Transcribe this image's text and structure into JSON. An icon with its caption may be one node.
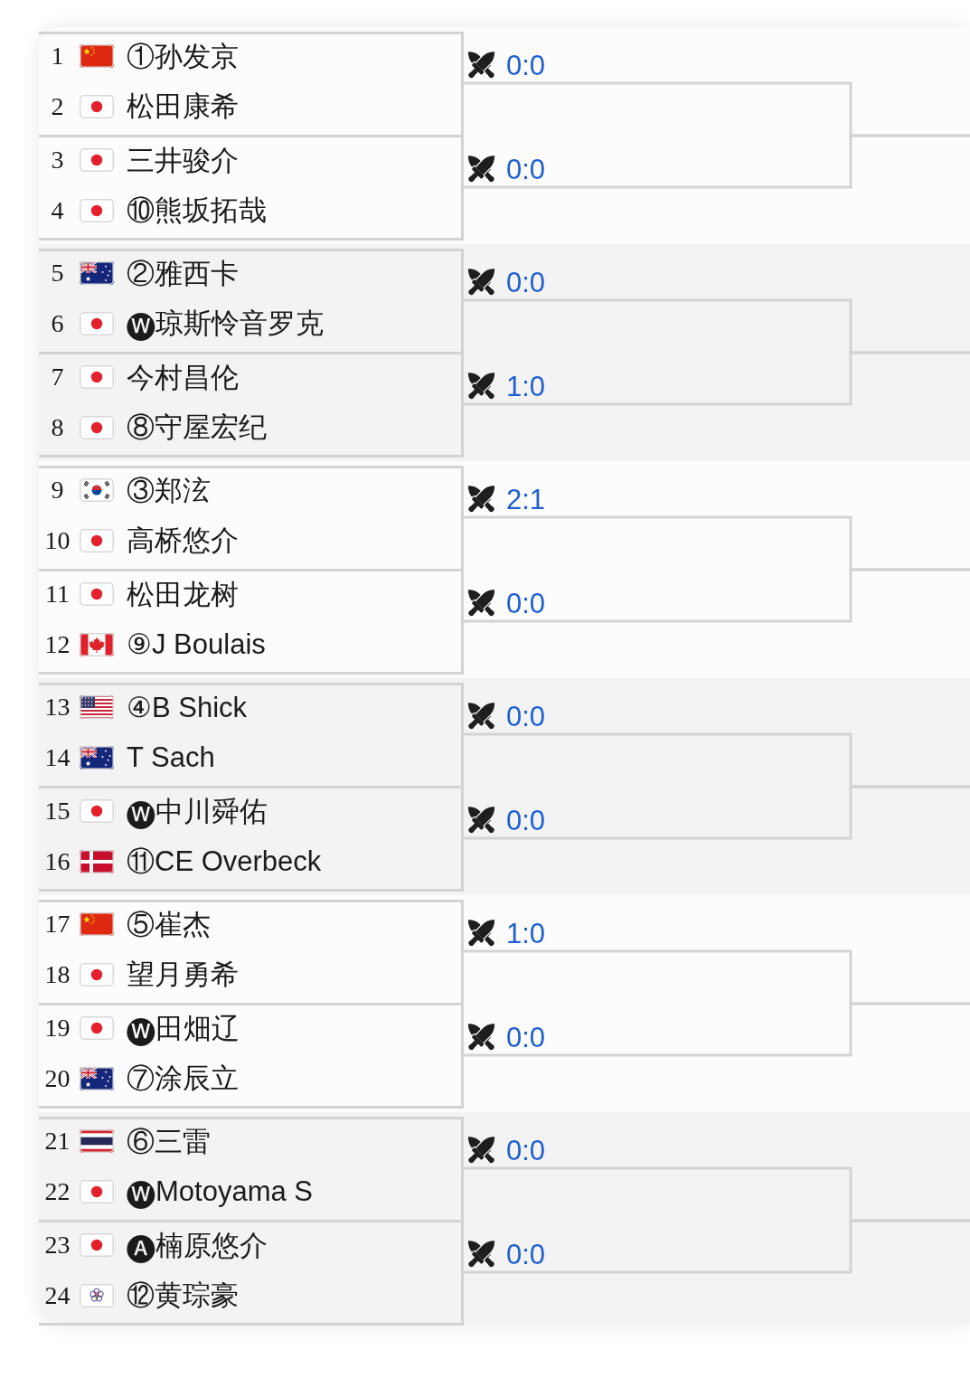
{
  "diagram": {
    "nodes": [
      {
        "text": [],
        "shape": "box",
        "beside": [
          "0:0"
        ]
      },
      {
        "text": [
          "1",
          "①孙发京"
        ],
        "in": 0
      },
      {
        "text": [
          "2",
          "松田康希"
        ],
        "in": 0
      },
      {
        "text": [],
        "shape": "box",
        "beside": [
          "0:0"
        ]
      },
      {
        "text": [
          "3",
          "三井骏介"
        ],
        "in": 3
      },
      {
        "text": [
          "4",
          "⑩熊坂拓哉"
        ],
        "in": 3
      },
      {
        "text": [],
        "shape": "box",
        "beside": [
          "0:0"
        ]
      },
      {
        "text": [
          "5",
          "②雅西卡"
        ],
        "in": 6
      },
      {
        "text": [
          "6",
          "🅦琼斯怜音罗克"
        ],
        "in": 6
      },
      {
        "text": [],
        "shape": "box",
        "beside": [
          "1:0"
        ]
      },
      {
        "text": [
          "7",
          "今村昌伦"
        ],
        "in": 9
      },
      {
        "text": [
          "8",
          "⑧守屋宏纪"
        ],
        "in": 9
      },
      {
        "text": [],
        "shape": "box",
        "beside": [
          "2:1"
        ]
      },
      {
        "text": [
          "9",
          "③郑泫"
        ],
        "in": 12
      },
      {
        "text": [
          "10",
          "高桥悠介"
        ],
        "in": 12
      },
      {
        "text": [],
        "shape": "box",
        "beside": [
          "0:0"
        ]
      },
      {
        "text": [
          "11",
          "松田龙树"
        ],
        "in": 15
      },
      {
        "text": [
          "12",
          "⑨J Boulais"
        ],
        "in": 15
      },
      {
        "text": [],
        "shape": "box",
        "beside": [
          "0:0"
        ]
      },
      {
        "text": [
          "13",
          "④B Shick"
        ],
        "in": 18
      },
      {
        "text": [
          "14",
          "T Sach"
        ],
        "in": 18
      },
      {
        "text": [],
        "shape": "box",
        "beside": [
          "0:0"
        ]
      },
      {
        "text": [
          "15",
          "🅦中川舜佑"
        ],
        "in": 21
      },
      {
        "text": [
          "16",
          "⑪CE Overbeck"
        ],
        "in": 21
      },
      {
        "text": [],
        "shape": "box",
        "beside": [
          "1:0"
        ]
      },
      {
        "text": [
          "17",
          "⑤崔杰"
        ],
        "in": 24
      },
      {
        "text": [
          "18",
          "望月勇希"
        ],
        "in": 24
      },
      {
        "text": [],
        "shape": "box",
        "beside": [
          "0:0"
        ]
      },
      {
        "text": [
          "19",
          "🅦田畑辽"
        ],
        "in": 27
      },
      {
        "text": [
          "20",
          "⑦涂辰立"
        ],
        "in": 27
      },
      {
        "text": [],
        "shape": "box",
        "beside": [
          "0:0"
        ]
      },
      {
        "text": [
          "21",
          "⑥三雷"
        ],
        "in": 30
      },
      {
        "text": [
          "22",
          "🅦Motoyama S"
        ],
        "in": 30
      },
      {
        "text": [],
        "shape": "box",
        "beside": [
          "0:0"
        ]
      },
      {
        "text": [
          "23",
          "🅐楠原悠介"
        ],
        "in": 33
      },
      {
        "text": [
          "24",
          "⑫黄琮豪"
        ],
        "in": 33
      }
    ],
    "edges": [
      {
        "from": 0,
        "to": null,
        "arrow": "none"
      },
      {
        "from": 3,
        "to": null,
        "arrow": "none"
      },
      {
        "from": 6,
        "to": null,
        "arrow": "none"
      },
      {
        "from": 9,
        "to": null,
        "arrow": "none"
      },
      {
        "from": 12,
        "to": null,
        "arrow": "none"
      },
      {
        "from": 15,
        "to": null,
        "arrow": "none"
      },
      {
        "from": 18,
        "to": null,
        "arrow": "none"
      },
      {
        "from": 21,
        "to": null,
        "arrow": "none"
      },
      {
        "from": 24,
        "to": null,
        "arrow": "none"
      },
      {
        "from": 27,
        "to": null,
        "arrow": "none"
      },
      {
        "from": 30,
        "to": null,
        "arrow": "none"
      },
      {
        "from": 33,
        "to": null,
        "arrow": "none"
      }
    ]
  }
}
